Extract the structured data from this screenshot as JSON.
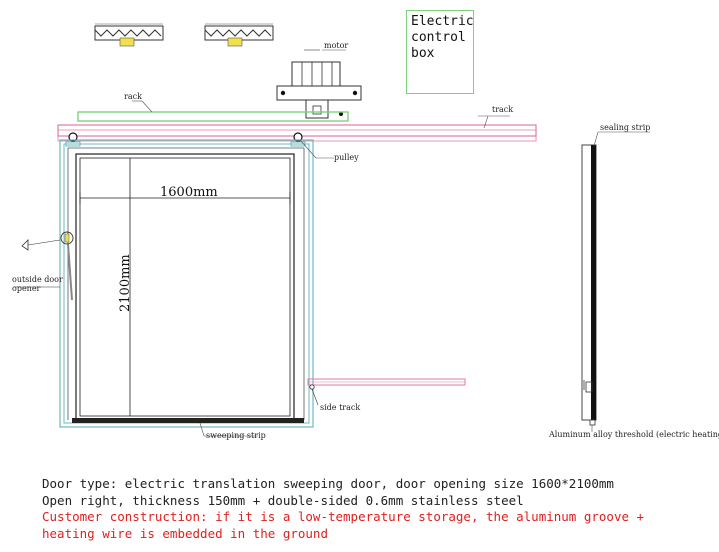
{
  "control_box": {
    "line1": "Electric",
    "line2": "control",
    "line3": "box"
  },
  "labels": {
    "motor": "motor",
    "rack": "rack",
    "track": "track",
    "pulley": "pulley",
    "outside_opener_1": "outside door",
    "outside_opener_2": "opener",
    "side_track": "side track",
    "sweeping_strip": "sweeping strip",
    "sealing_strip": "sealing strip",
    "threshold": "Aluminum alloy threshold (electric heating)"
  },
  "dimensions": {
    "width": "1600mm",
    "height": "2100mm"
  },
  "notes": {
    "line1": "Door type: electric translation sweeping door, door opening size 1600*2100mm",
    "line2": "Open right, thickness 150mm + double-sided 0.6mm stainless steel",
    "line3": "Customer construction: if it is a low-temperature storage, the aluminum groove +",
    "line4": "heating wire is embedded in the ground"
  },
  "colors": {
    "accent_green": "#7ed27e",
    "accent_pink": "#e27aa6",
    "note_red": "#e02020",
    "frame_teal": "#6fb8c0"
  }
}
